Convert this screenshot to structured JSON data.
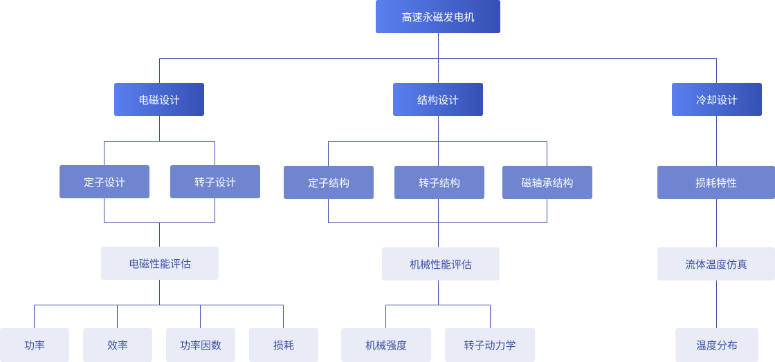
{
  "diagram": {
    "root": "高速永磁发电机",
    "branches": [
      {
        "title": "电磁设计",
        "components": [
          "定子设计",
          "转子设计"
        ],
        "evaluation": "电磁性能评估",
        "results": [
          "功率",
          "效率",
          "功率因数",
          "损耗"
        ]
      },
      {
        "title": "结构设计",
        "components": [
          "定子结构",
          "转子结构",
          "磁轴承结构"
        ],
        "evaluation": "机械性能评估",
        "results": [
          "机械强度",
          "转子动力学"
        ]
      },
      {
        "title": "冷却设计",
        "components": [
          "损耗特性"
        ],
        "evaluation": "流体温度仿真",
        "results": [
          "温度分布"
        ]
      }
    ]
  },
  "colors": {
    "connector": "#3a4fa3",
    "gradient_start": "#5a80ef",
    "gradient_end": "#3550b4",
    "component_fill": "#6f85cf",
    "light_fill": "#e9ecf7",
    "light_text": "#3a4fa3"
  }
}
